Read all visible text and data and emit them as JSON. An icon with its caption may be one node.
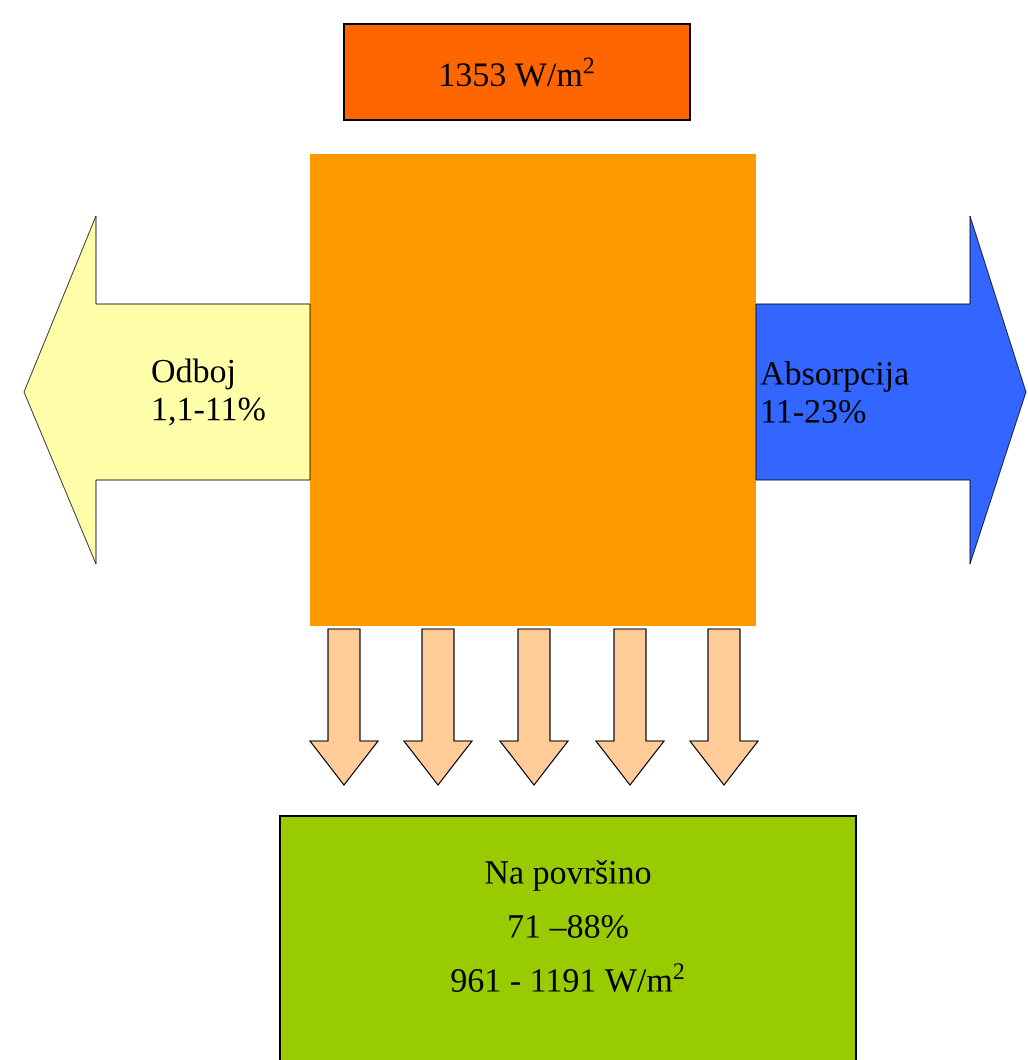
{
  "diagram": {
    "nodes": [
      {
        "text": [
          "1353 W/m$^{2}$"
        ]
      },
      {
        "text": [],
        "shape": "box"
      },
      {
        "text": [
          "Odboj 1,1-11%"
        ]
      },
      {
        "text": [
          "Absorpcija 11-23%"
        ]
      },
      {
        "text": [
          "Na površino",
          "71 –88%",
          "961 - 1191 W/m$^{2}$"
        ]
      }
    ],
    "edges": [
      {
        "from": 1,
        "to": 4,
        "arrow": "to"
      },
      {
        "from": 1,
        "to": 4,
        "arrow": "to"
      },
      {
        "from": 1,
        "to": 4,
        "arrow": "to"
      },
      {
        "from": 1,
        "to": 4,
        "arrow": "to"
      },
      {
        "from": 1,
        "to": 4,
        "arrow": "to"
      }
    ]
  }
}
